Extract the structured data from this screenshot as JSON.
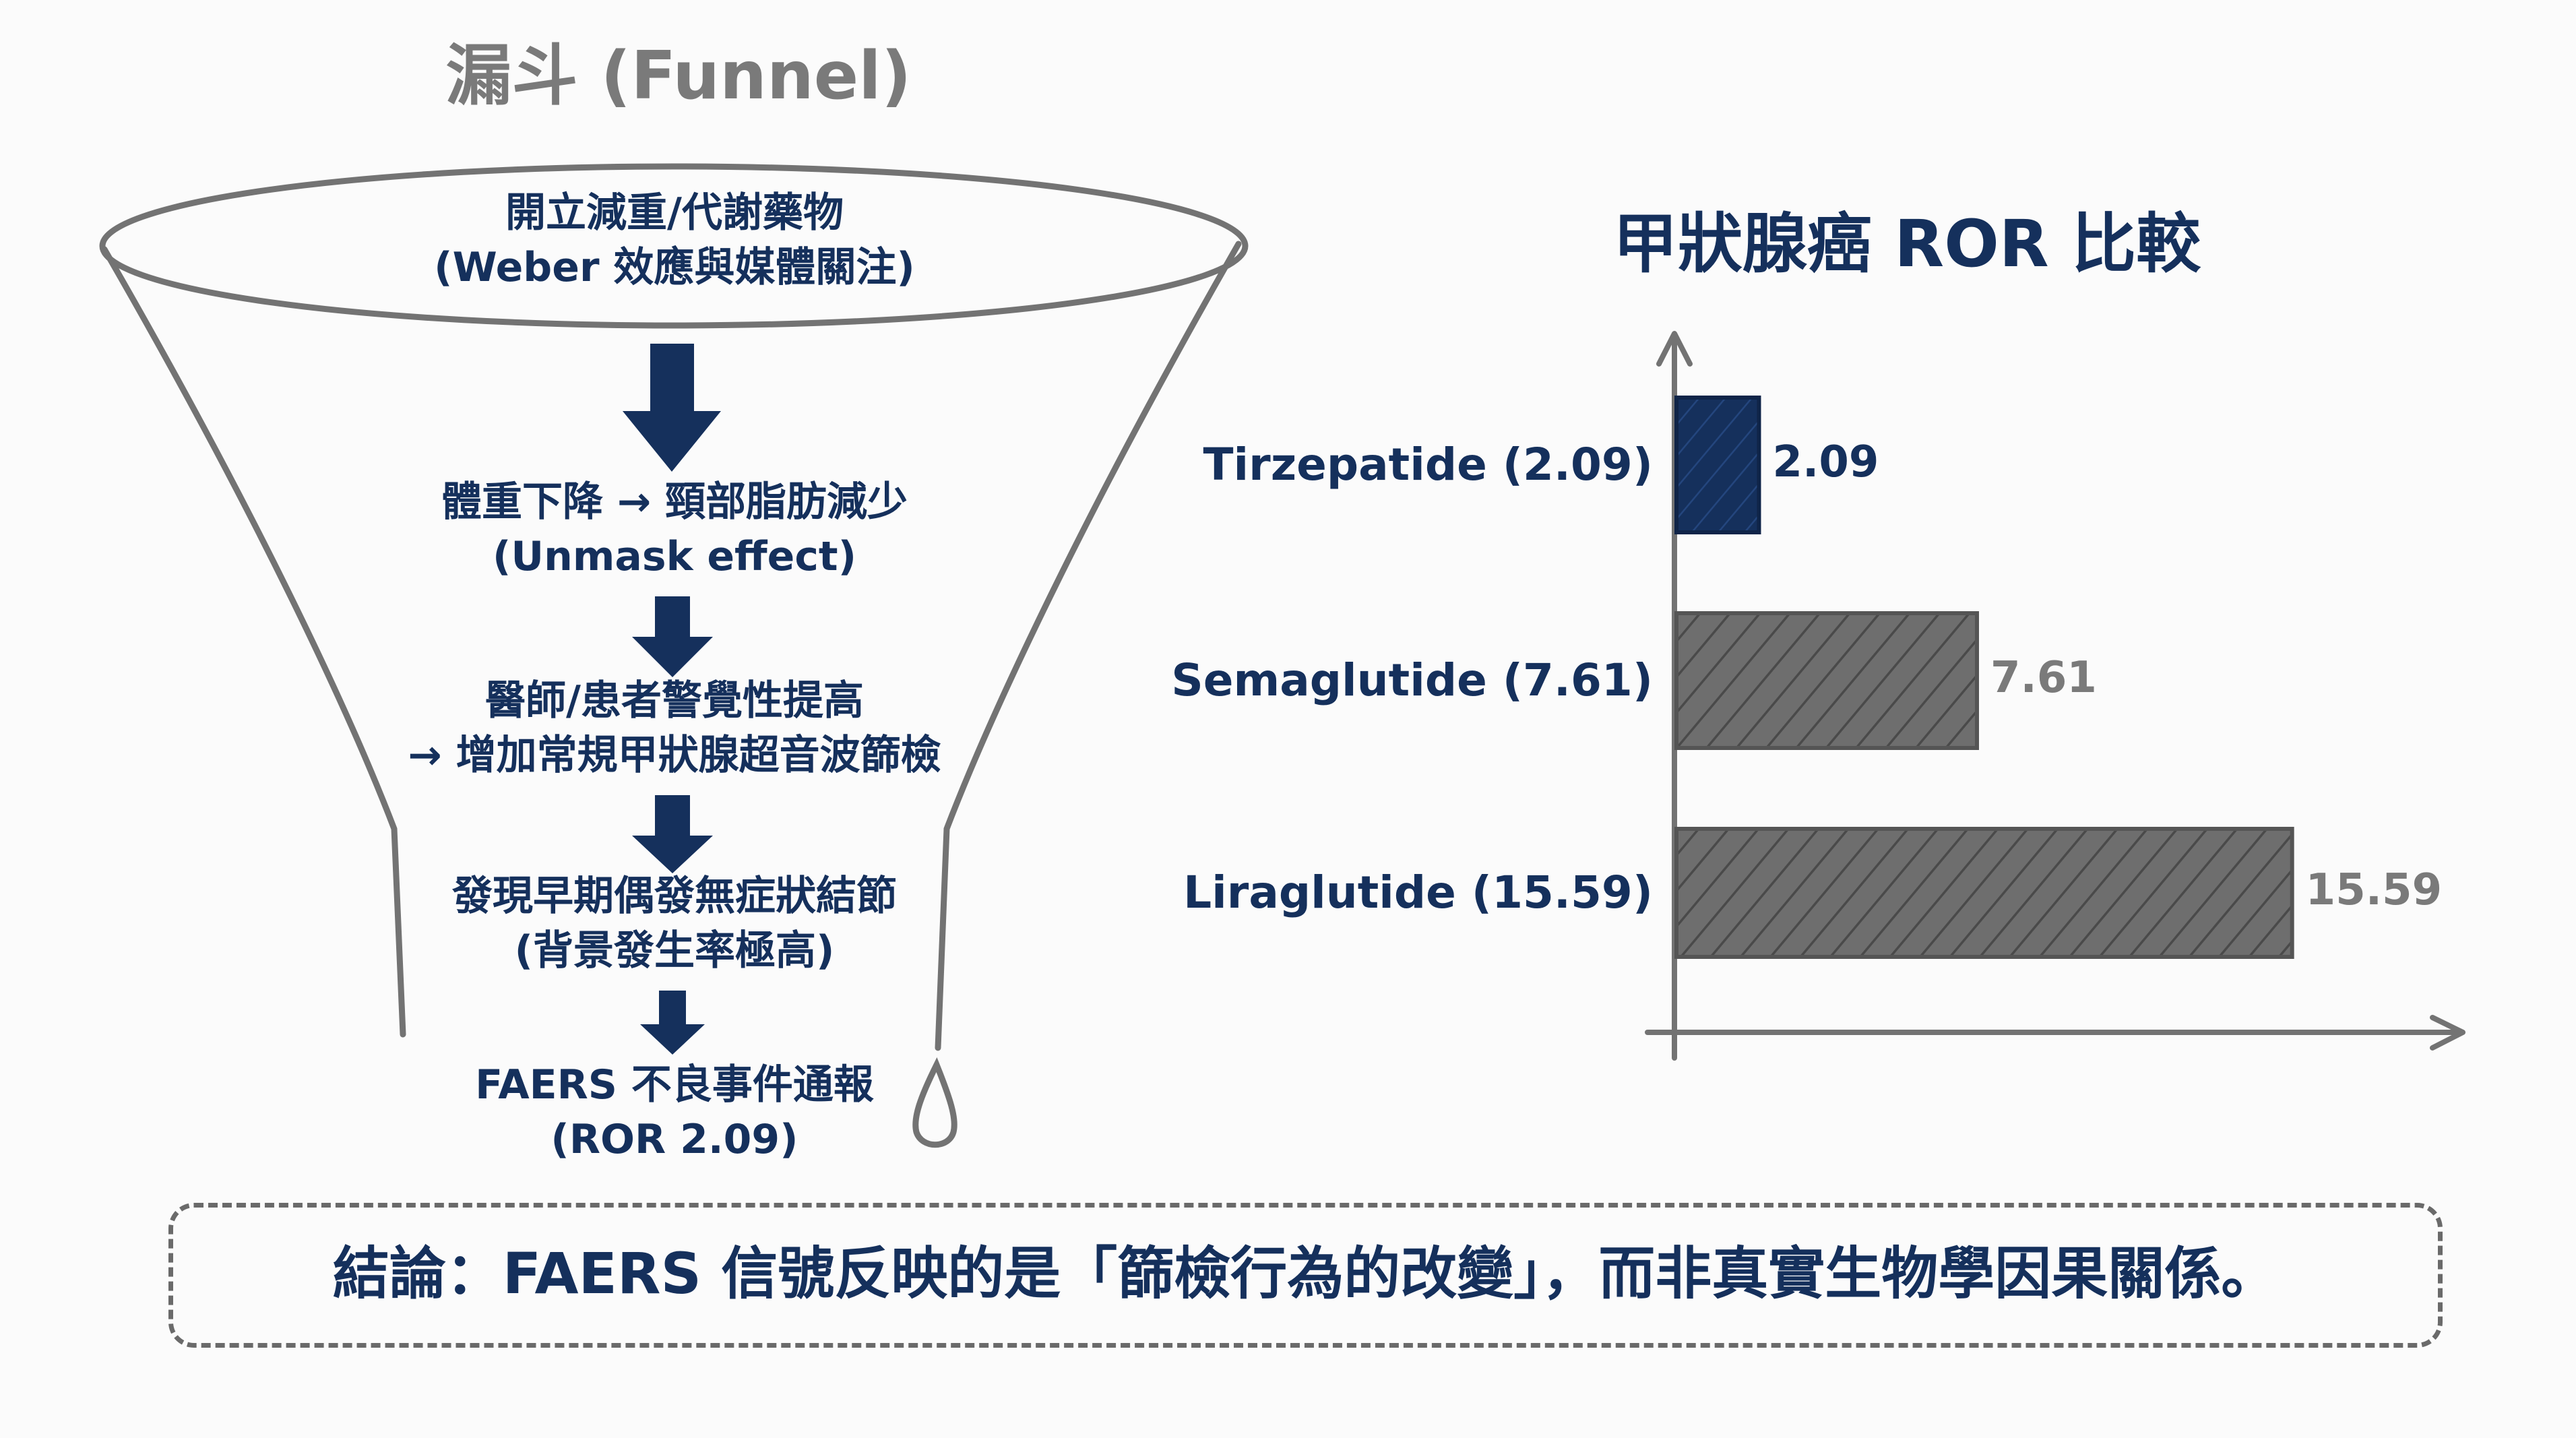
{
  "funnel": {
    "title": "漏斗 (Funnel)",
    "steps": [
      {
        "line1": "開立減重/代謝藥物",
        "line2": "(Weber 效應與媒體關注)"
      },
      {
        "line1": "體重下降 → 頸部脂肪減少",
        "line2": "(Unmask effect)"
      },
      {
        "line1": "醫師/患者警覺性提高",
        "line2": "→ 增加常規甲狀腺超音波篩檢"
      },
      {
        "line1": "發現早期偶發無症狀結節",
        "line2": "(背景發生率極高)"
      },
      {
        "line1": "FAERS 不良事件通報",
        "line2": "(ROR 2.09)"
      }
    ]
  },
  "chart_data": {
    "type": "bar",
    "orientation": "horizontal",
    "title": "甲狀腺癌 ROR 比較",
    "categories": [
      "Tirzepatide (2.09)",
      "Semaglutide (7.61)",
      "Liraglutide (15.59)"
    ],
    "values": [
      2.09,
      7.61,
      15.59
    ],
    "value_labels": [
      "2.09",
      "7.61",
      "15.59"
    ],
    "xlim": [
      0,
      16.5
    ],
    "bar_colors": [
      "#15305c",
      "#6e6e6e",
      "#6e6e6e"
    ],
    "label_colors": [
      "#15305c",
      "#7a7a7a",
      "#7a7a7a"
    ],
    "grid": false,
    "legend": "none"
  },
  "conclusion": "結論：FAERS 信號反映的是「篩檢行為的改變」，而非真實生物學因果關係。",
  "colors": {
    "navy": "#15305c",
    "gray": "#6e6e6e",
    "background": "#fbfbfb"
  }
}
